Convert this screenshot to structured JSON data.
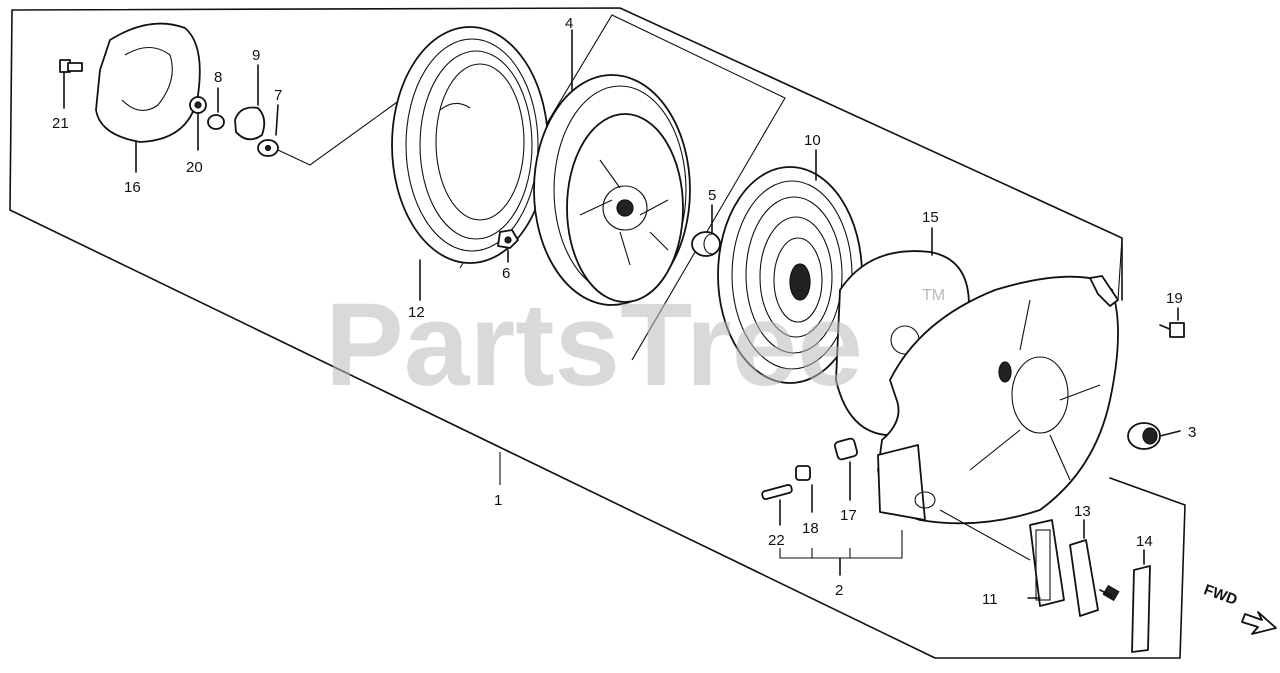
{
  "watermark": {
    "text": "PartsTree",
    "trademark": "TM"
  },
  "direction_label": "FWD",
  "callouts": {
    "p1": "1",
    "p2": "2",
    "p3": "3",
    "p4": "4",
    "p5": "5",
    "p6": "6",
    "p7": "7",
    "p8": "8",
    "p9": "9",
    "p10": "10",
    "p11": "11",
    "p12": "12",
    "p13": "13",
    "p14": "14",
    "p15": "15",
    "p16": "16",
    "p17": "17",
    "p18": "18",
    "p19": "19",
    "p20": "20",
    "p21": "21",
    "p22": "22"
  }
}
